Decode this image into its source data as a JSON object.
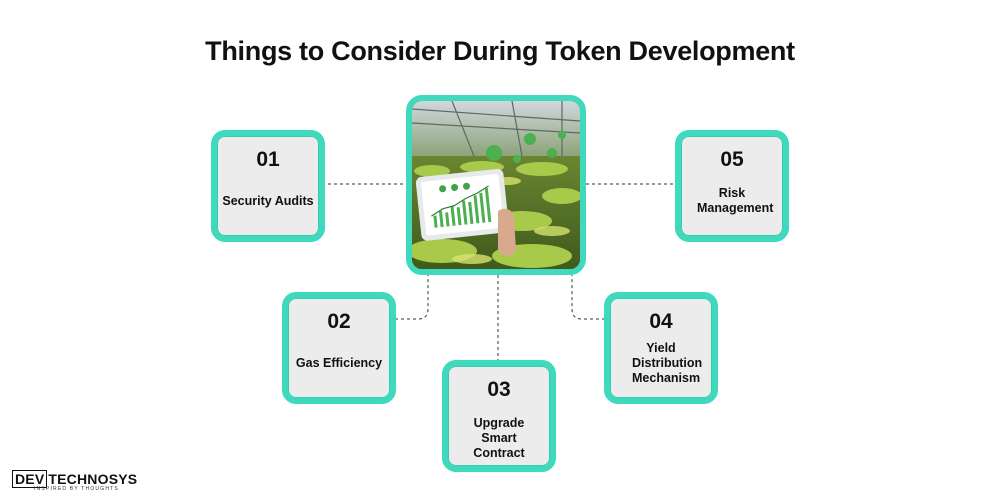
{
  "title": "Things to Consider During Token Development",
  "items": [
    {
      "number": "01",
      "label": "Security Audits"
    },
    {
      "number": "02",
      "label": "Gas Efficiency"
    },
    {
      "number": "03",
      "label": "Upgrade Smart Contract"
    },
    {
      "number": "04",
      "label": "Yield Distribution Mechanism"
    },
    {
      "number": "05",
      "label": "Risk Management"
    }
  ],
  "logo": {
    "dev": "DEV",
    "brand": "TECHNOSYS",
    "tagline": "INSPIRED BY THOUGHTS"
  },
  "colors": {
    "accent": "#3fd9bd",
    "card_bg": "#ececec",
    "text": "#111111"
  }
}
